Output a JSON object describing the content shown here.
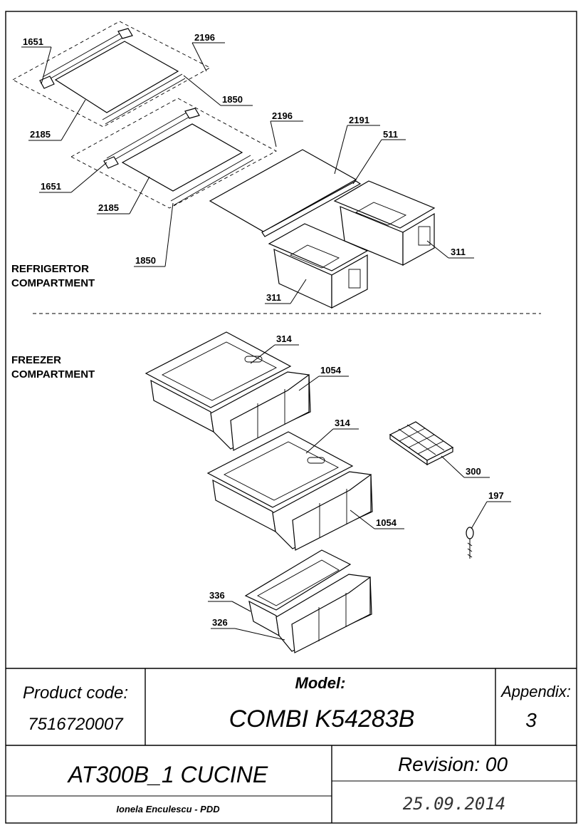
{
  "sections": {
    "refrigerator_line1": "REFRIGERTOR",
    "refrigerator_line2": "COMPARTMENT",
    "freezer_line1": "FREEZER",
    "freezer_line2": "COMPARTMENT"
  },
  "callouts": {
    "c1651a": "1651",
    "c2196a": "2196",
    "c1850a": "1850",
    "c2185a": "2185",
    "c2196b": "2196",
    "c2191": "2191",
    "c511": "511",
    "c1651b": "1651",
    "c2185b": "2185",
    "c1850b": "1850",
    "c311a": "311",
    "c311b": "311",
    "c314a": "314",
    "c1054a": "1054",
    "c314b": "314",
    "c300": "300",
    "c197": "197",
    "c1054b": "1054",
    "c336": "336",
    "c326": "326"
  },
  "title_block": {
    "product_code_label": "Product code:",
    "product_code_value": "7516720007",
    "model_label": "Model:",
    "model_value": "COMBI K54283B",
    "appendix_label": "Appendix:",
    "appendix_value": "3",
    "document_name": "AT300B_1 CUCINE",
    "revision": "Revision: 00",
    "author": "Ionela Enculescu - PDD",
    "date": "25.09.2014"
  }
}
